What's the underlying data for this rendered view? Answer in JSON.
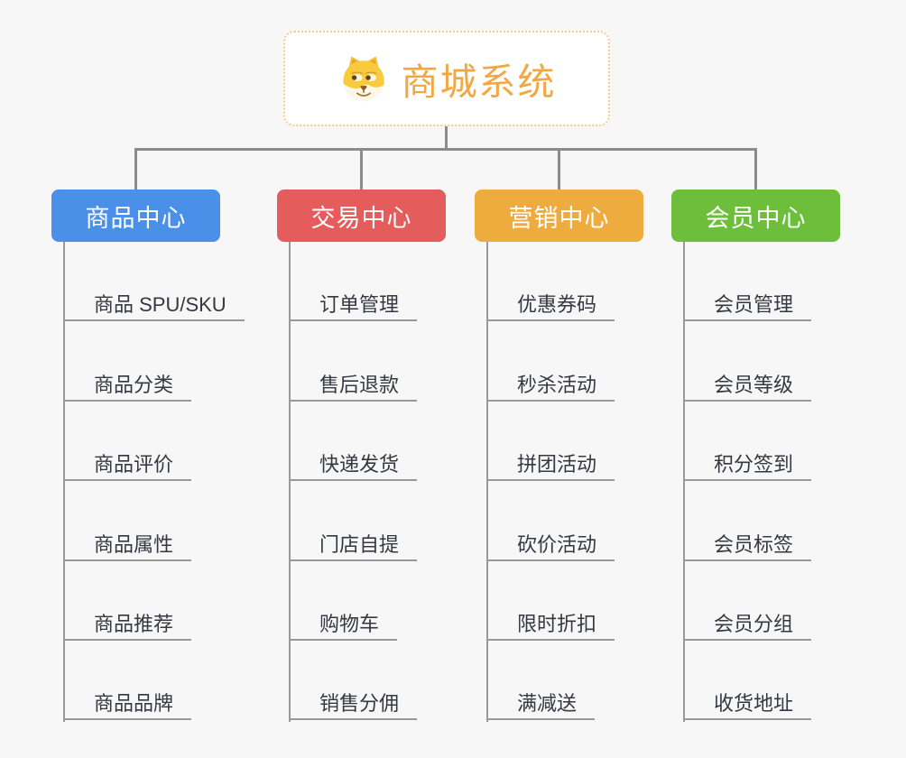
{
  "root": {
    "label": "商城系统",
    "icon": "dog-face-icon",
    "text_color": "#f0a844",
    "border_color": "#f6cc86",
    "background": "#ffffff"
  },
  "branches": [
    {
      "label": "商品中心",
      "color": "#4a90e8",
      "items": [
        "商品 SPU/SKU",
        "商品分类",
        "商品评价",
        "商品属性",
        "商品推荐",
        "商品品牌"
      ]
    },
    {
      "label": "交易中心",
      "color": "#e55c5c",
      "items": [
        "订单管理",
        "售后退款",
        "快递发货",
        "门店自提",
        "购物车",
        "销售分佣"
      ]
    },
    {
      "label": "营销中心",
      "color": "#efac3e",
      "items": [
        "优惠券码",
        "秒杀活动",
        "拼团活动",
        "砍价活动",
        "限时折扣",
        "满减送"
      ]
    },
    {
      "label": "会员中心",
      "color": "#6dbe3b",
      "items": [
        "会员管理",
        "会员等级",
        "积分签到",
        "会员标签",
        "会员分组",
        "收货地址"
      ]
    }
  ],
  "colors": {
    "background": "#f7f7f7",
    "connector": "#8c8c8c",
    "leaf_underline": "#999999",
    "leaf_text": "#343941"
  }
}
